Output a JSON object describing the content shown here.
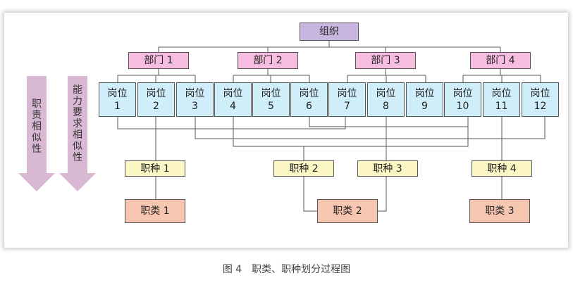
{
  "org": "组织",
  "departments": [
    "部门 1",
    "部门 2",
    "部门 3",
    "部门 4"
  ],
  "positions": [
    [
      "岗位",
      "1"
    ],
    [
      "岗位",
      "2"
    ],
    [
      "岗位",
      "3"
    ],
    [
      "岗位",
      "4"
    ],
    [
      "岗位",
      "5"
    ],
    [
      "岗位",
      "6"
    ],
    [
      "岗位",
      "7"
    ],
    [
      "岗位",
      "8"
    ],
    [
      "岗位",
      "9"
    ],
    [
      "岗位",
      "10"
    ],
    [
      "岗位",
      "11"
    ],
    [
      "岗位",
      "12"
    ]
  ],
  "job_types": [
    "职种 1",
    "职种 2",
    "职种 3",
    "职种 4"
  ],
  "job_classes": [
    "职类 1",
    "职类 2",
    "职类 3"
  ],
  "arrows": {
    "left": "职责相似性",
    "right": "能力要求相似性",
    "color": "#d9b8d4"
  },
  "caption": "图 4　职类、职种划分过程图"
}
